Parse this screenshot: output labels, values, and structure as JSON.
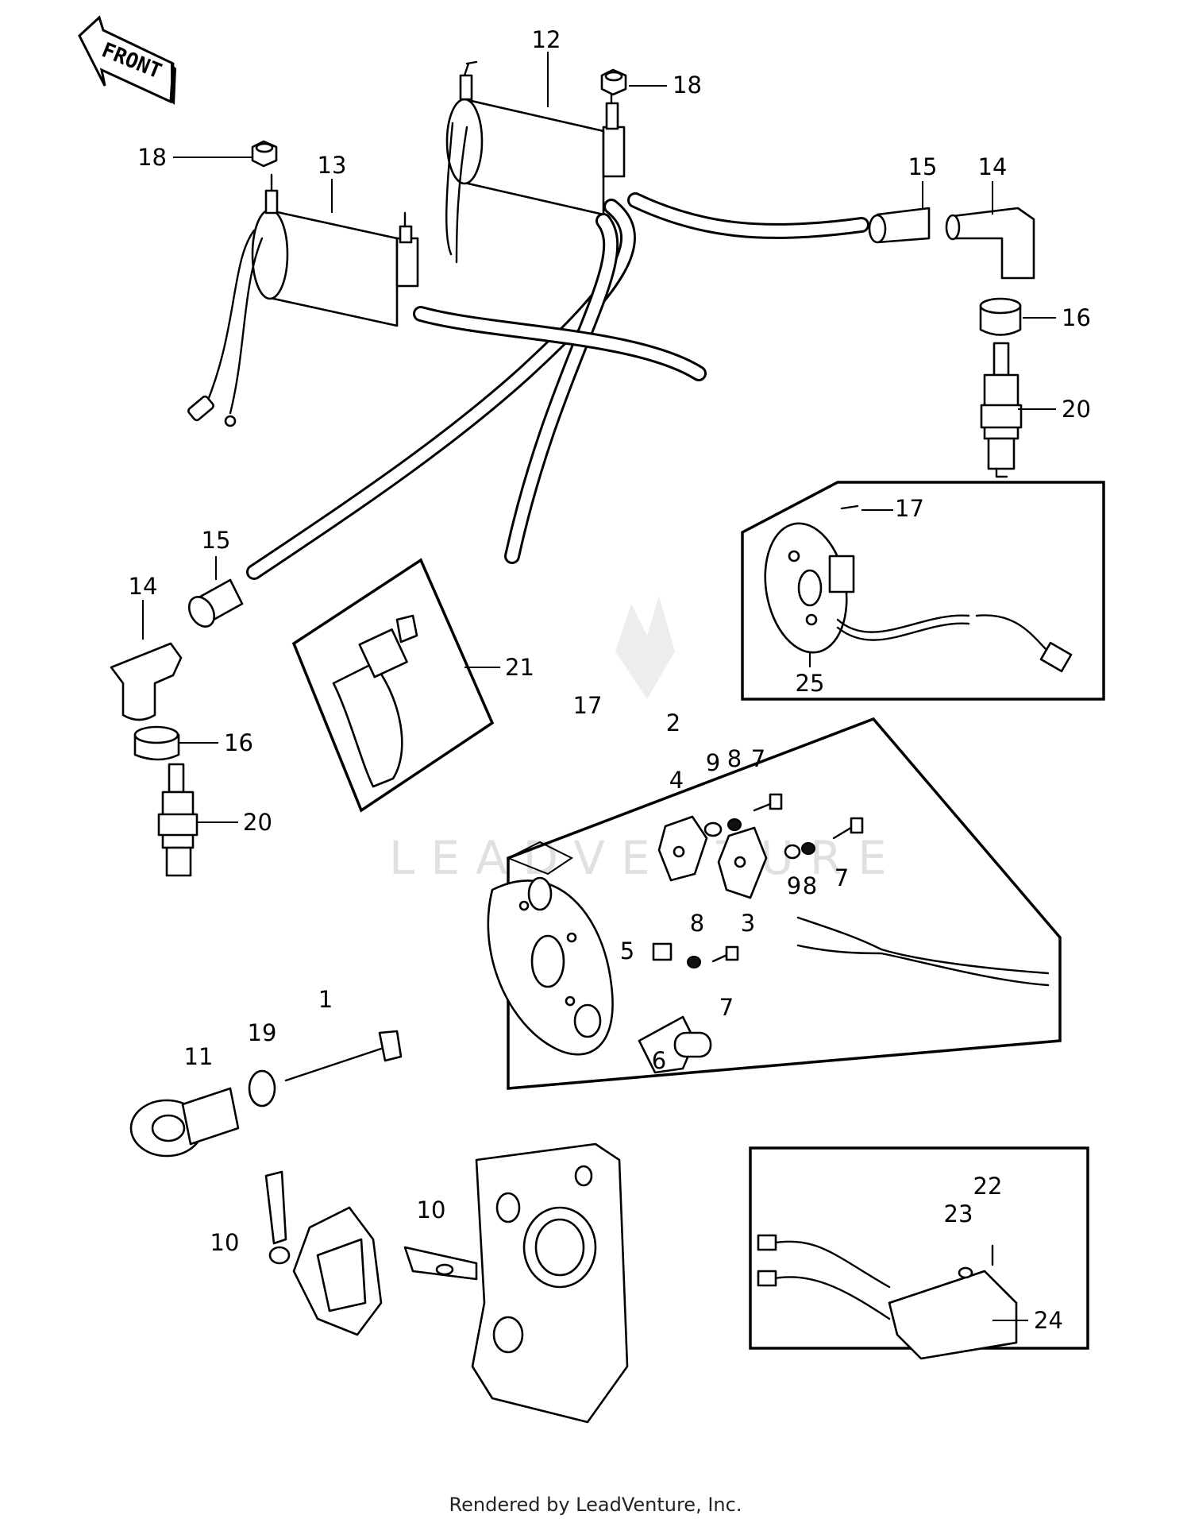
{
  "diagram": {
    "orientation_label": "FRONT",
    "watermark": "LEADVENTURE",
    "callouts": {
      "c1": "1",
      "c2": "2",
      "c3": "3",
      "c4": "4",
      "c5": "5",
      "c6": "6",
      "c7a": "7",
      "c7b": "7",
      "c7c": "7",
      "c8a": "8",
      "c8b": "8",
      "c8c": "8",
      "c9a": "9",
      "c9b": "9",
      "c10a": "10",
      "c10b": "10",
      "c11": "11",
      "c12": "12",
      "c13": "13",
      "c14a": "14",
      "c14b": "14",
      "c15a": "15",
      "c15b": "15",
      "c16a": "16",
      "c16b": "16",
      "c17a": "17",
      "c17b": "17",
      "c18a": "18",
      "c18b": "18",
      "c19": "19",
      "c20a": "20",
      "c20b": "20",
      "c21": "21",
      "c22": "22",
      "c23": "23",
      "c24": "24",
      "c25": "25"
    }
  },
  "footer": "Rendered by LeadVenture, Inc."
}
